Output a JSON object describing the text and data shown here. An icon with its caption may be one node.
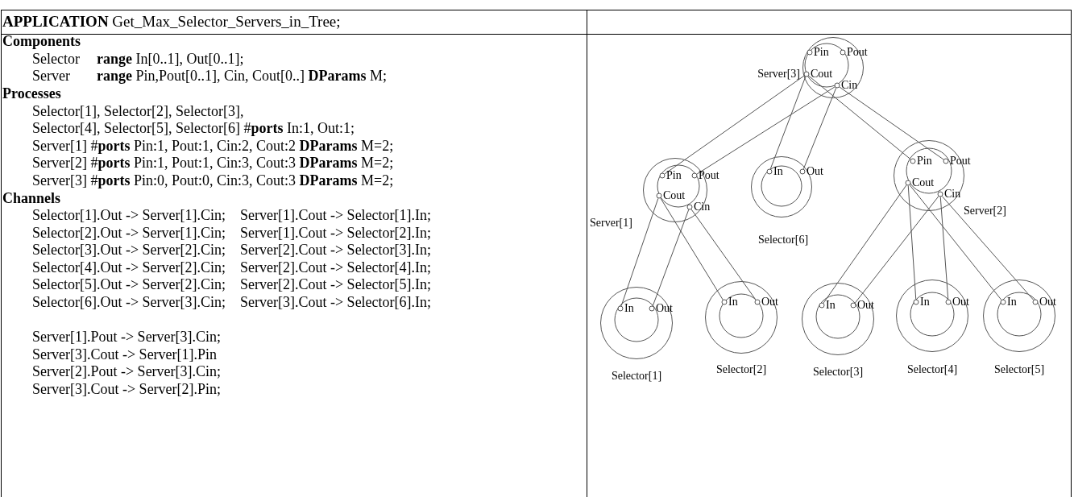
{
  "diagram": {
    "nodes": [
      {
        "text": [],
        "shape": "circle",
        "beside": [
          "Server[3]"
        ]
      },
      {
        "text": [
          "Pin"
        ],
        "in": 0
      },
      {
        "text": [
          "Pout"
        ],
        "in": 0
      },
      {
        "text": [
          "Cout"
        ],
        "in": 0
      },
      {
        "text": [
          "Cin"
        ],
        "in": 0
      },
      {
        "text": [],
        "shape": "circle",
        "beside": [
          "Server[1]"
        ]
      },
      {
        "text": [
          "Pin"
        ],
        "in": 5
      },
      {
        "text": [
          "Pout"
        ],
        "in": 5
      },
      {
        "text": [
          "Cout"
        ],
        "in": 5
      },
      {
        "text": [
          "Cin"
        ],
        "in": 5
      },
      {
        "text": [],
        "shape": "circle",
        "beside": [
          "Selector[6]"
        ]
      },
      {
        "text": [
          "In"
        ],
        "in": 10
      },
      {
        "text": [
          "Out"
        ],
        "in": 10
      },
      {
        "text": [],
        "shape": "circle",
        "beside": [
          "Server[2]"
        ]
      },
      {
        "text": [
          "Pin"
        ],
        "in": 13
      },
      {
        "text": [
          "Pout"
        ],
        "in": 13
      },
      {
        "text": [
          "Cout"
        ],
        "in": 13
      },
      {
        "text": [
          "Cin"
        ],
        "in": 13
      },
      {
        "text": [],
        "shape": "circle",
        "beside": [
          "Selector[1]"
        ]
      },
      {
        "text": [
          "In"
        ],
        "in": 18
      },
      {
        "text": [
          "Out"
        ],
        "in": 18
      },
      {
        "text": [],
        "shape": "circle",
        "beside": [
          "Selector[2]"
        ]
      },
      {
        "text": [
          "In"
        ],
        "in": 21
      },
      {
        "text": [
          "Out"
        ],
        "in": 21
      },
      {
        "text": [],
        "shape": "circle",
        "beside": [
          "Selector[3]"
        ]
      },
      {
        "text": [
          "In"
        ],
        "in": 24
      },
      {
        "text": [
          "Out"
        ],
        "in": 24
      },
      {
        "text": [],
        "shape": "circle",
        "beside": [
          "Selector[4]"
        ]
      },
      {
        "text": [
          "In"
        ],
        "in": 27
      },
      {
        "text": [
          "Out"
        ],
        "in": 27
      },
      {
        "text": [],
        "shape": "circle",
        "beside": [
          "Selector[5]"
        ]
      },
      {
        "text": [
          "In"
        ],
        "in": 30
      },
      {
        "text": [
          "Out"
        ],
        "in": 30
      }
    ],
    "edges": [
      {
        "from": 20,
        "to": 9,
        "arrow": "none"
      },
      {
        "from": 8,
        "to": 19,
        "arrow": "none"
      },
      {
        "from": 23,
        "to": 9,
        "arrow": "none"
      },
      {
        "from": 8,
        "to": 22,
        "arrow": "none"
      },
      {
        "from": 26,
        "to": 17,
        "arrow": "none"
      },
      {
        "from": 16,
        "to": 25,
        "arrow": "none"
      },
      {
        "from": 29,
        "to": 17,
        "arrow": "none"
      },
      {
        "from": 16,
        "to": 28,
        "arrow": "none"
      },
      {
        "from": 32,
        "to": 17,
        "arrow": "none"
      },
      {
        "from": 16,
        "to": 31,
        "arrow": "none"
      },
      {
        "from": 12,
        "to": 4,
        "arrow": "none"
      },
      {
        "from": 3,
        "to": 11,
        "arrow": "none"
      },
      {
        "from": 7,
        "to": 4,
        "arrow": "none"
      },
      {
        "from": 3,
        "to": 6,
        "arrow": "none"
      },
      {
        "from": 15,
        "to": 4,
        "arrow": "none"
      },
      {
        "from": 3,
        "to": 14,
        "arrow": "none"
      }
    ],
    "labels": [
      "**APPLICATION** Get_Max_Selector_Servers_in_Tree;",
      "Components",
      "Selector",
      "**range** In[0..1], Out[0..1];",
      "Server",
      "**range** Pin,Pout[0..1], Cin, Cout[0..] **DParams** M;",
      "Processes",
      "Selector[1], Selector[2], Selector[3],",
      "Selector[4], Selector[5], Selector[6] #**ports** In:1, Out:1;",
      "Server[1] #**ports** Pin:1, Pout:1, Cin:2, Cout:2 **DParams** M=2;",
      "Server[2] #**ports** Pin:1, Pout:1, Cin:3, Cout:3 **DParams** M=2;",
      "Server[3] #**ports** Pin:0, Pout:0, Cin:3, Cout:3 **DParams** M=2;",
      "Channels",
      "Selector[1].Out -> Server[1].Cin;",
      "Server[1].Cout -> Selector[1].In;",
      "Selector[2].Out -> Server[1].Cin;",
      "Server[1].Cout -> Selector[2].In;",
      "Selector[3].Out -> Server[2].Cin;",
      "Server[2].Cout -> Selector[3].In;",
      "Selector[4].Out -> Server[2].Cin;",
      "Server[2].Cout -> Selector[4].In;",
      "Selector[5].Out -> Server[2].Cin;",
      "Server[2].Cout -> Selector[5].In;",
      "Selector[6].Out -> Server[3].Cin;",
      "Server[3].Cout -> Selector[6].In;",
      "Server[1].Pout -> Server[3].Cin;",
      "Server[3].Cout -> Server[1].Pin",
      "Server[2].Pout -> Server[3].Cin;",
      "Server[3].Cout -> Server[2].Pin;"
    ]
  }
}
